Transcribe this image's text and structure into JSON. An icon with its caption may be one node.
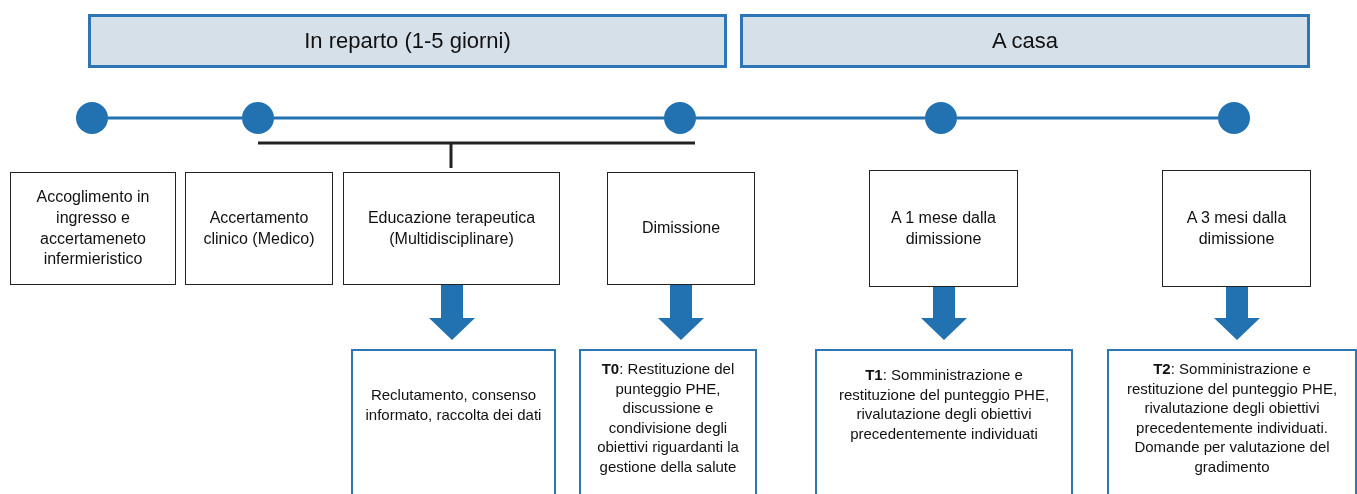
{
  "diagram": {
    "nodes": [
      {
        "text": [
          "In reparto (1-5 giorni)"
        ]
      },
      {
        "text": [
          "A casa"
        ]
      },
      {
        "text": [],
        "shape": "circle"
      },
      {
        "text": [],
        "shape": "circle"
      },
      {
        "text": [],
        "shape": "circle"
      },
      {
        "text": [],
        "shape": "circle"
      },
      {
        "text": [],
        "shape": "circle"
      },
      {
        "text": [
          "Accoglimento in ingresso e accertameneto infermieristico"
        ]
      },
      {
        "text": [
          "Accertamento clinico (Medico)"
        ]
      },
      {
        "text": [
          "Educazione terapeutica (Multidisciplinare)"
        ]
      },
      {
        "text": [
          "Dimissione"
        ]
      },
      {
        "text": [
          "A 1 mese dalla dimissione"
        ]
      },
      {
        "text": [
          "A 3 mesi dalla dimissione"
        ]
      },
      {
        "text": [
          "Reclutamento, consenso informato, raccolta dei dati"
        ]
      },
      {
        "text": [
          "**T0**: Restituzione del punteggio PHE, discussione e condivisione degli obiettivi riguardanti la gestione della salute"
        ]
      },
      {
        "text": [
          "**T1**: Somministrazione e restituzione del punteggio PHE, rivalutazione degli obiettivi precedentemente individuati"
        ]
      },
      {
        "text": [
          "**T2**: Somministrazione e restituzione del punteggio PHE, rivalutazione degli obiettivi precedentemente individuati. Domande per valutazione del gradimento"
        ]
      }
    ],
    "edges": [
      {
        "from": 2,
        "to": 3,
        "arrow": "none"
      },
      {
        "from": 3,
        "to": 4,
        "arrow": "none"
      },
      {
        "from": 4,
        "to": 5,
        "arrow": "none"
      },
      {
        "from": 5,
        "to": 6,
        "arrow": "none"
      },
      {
        "from": 9,
        "to": 13,
        "arrow": "to",
        "style": "thick"
      },
      {
        "from": 10,
        "to": 14,
        "arrow": "to",
        "style": "thick"
      },
      {
        "from": 11,
        "to": 15,
        "arrow": "to",
        "style": "thick"
      },
      {
        "from": 12,
        "to": 16,
        "arrow": "to",
        "style": "thick"
      }
    ]
  }
}
